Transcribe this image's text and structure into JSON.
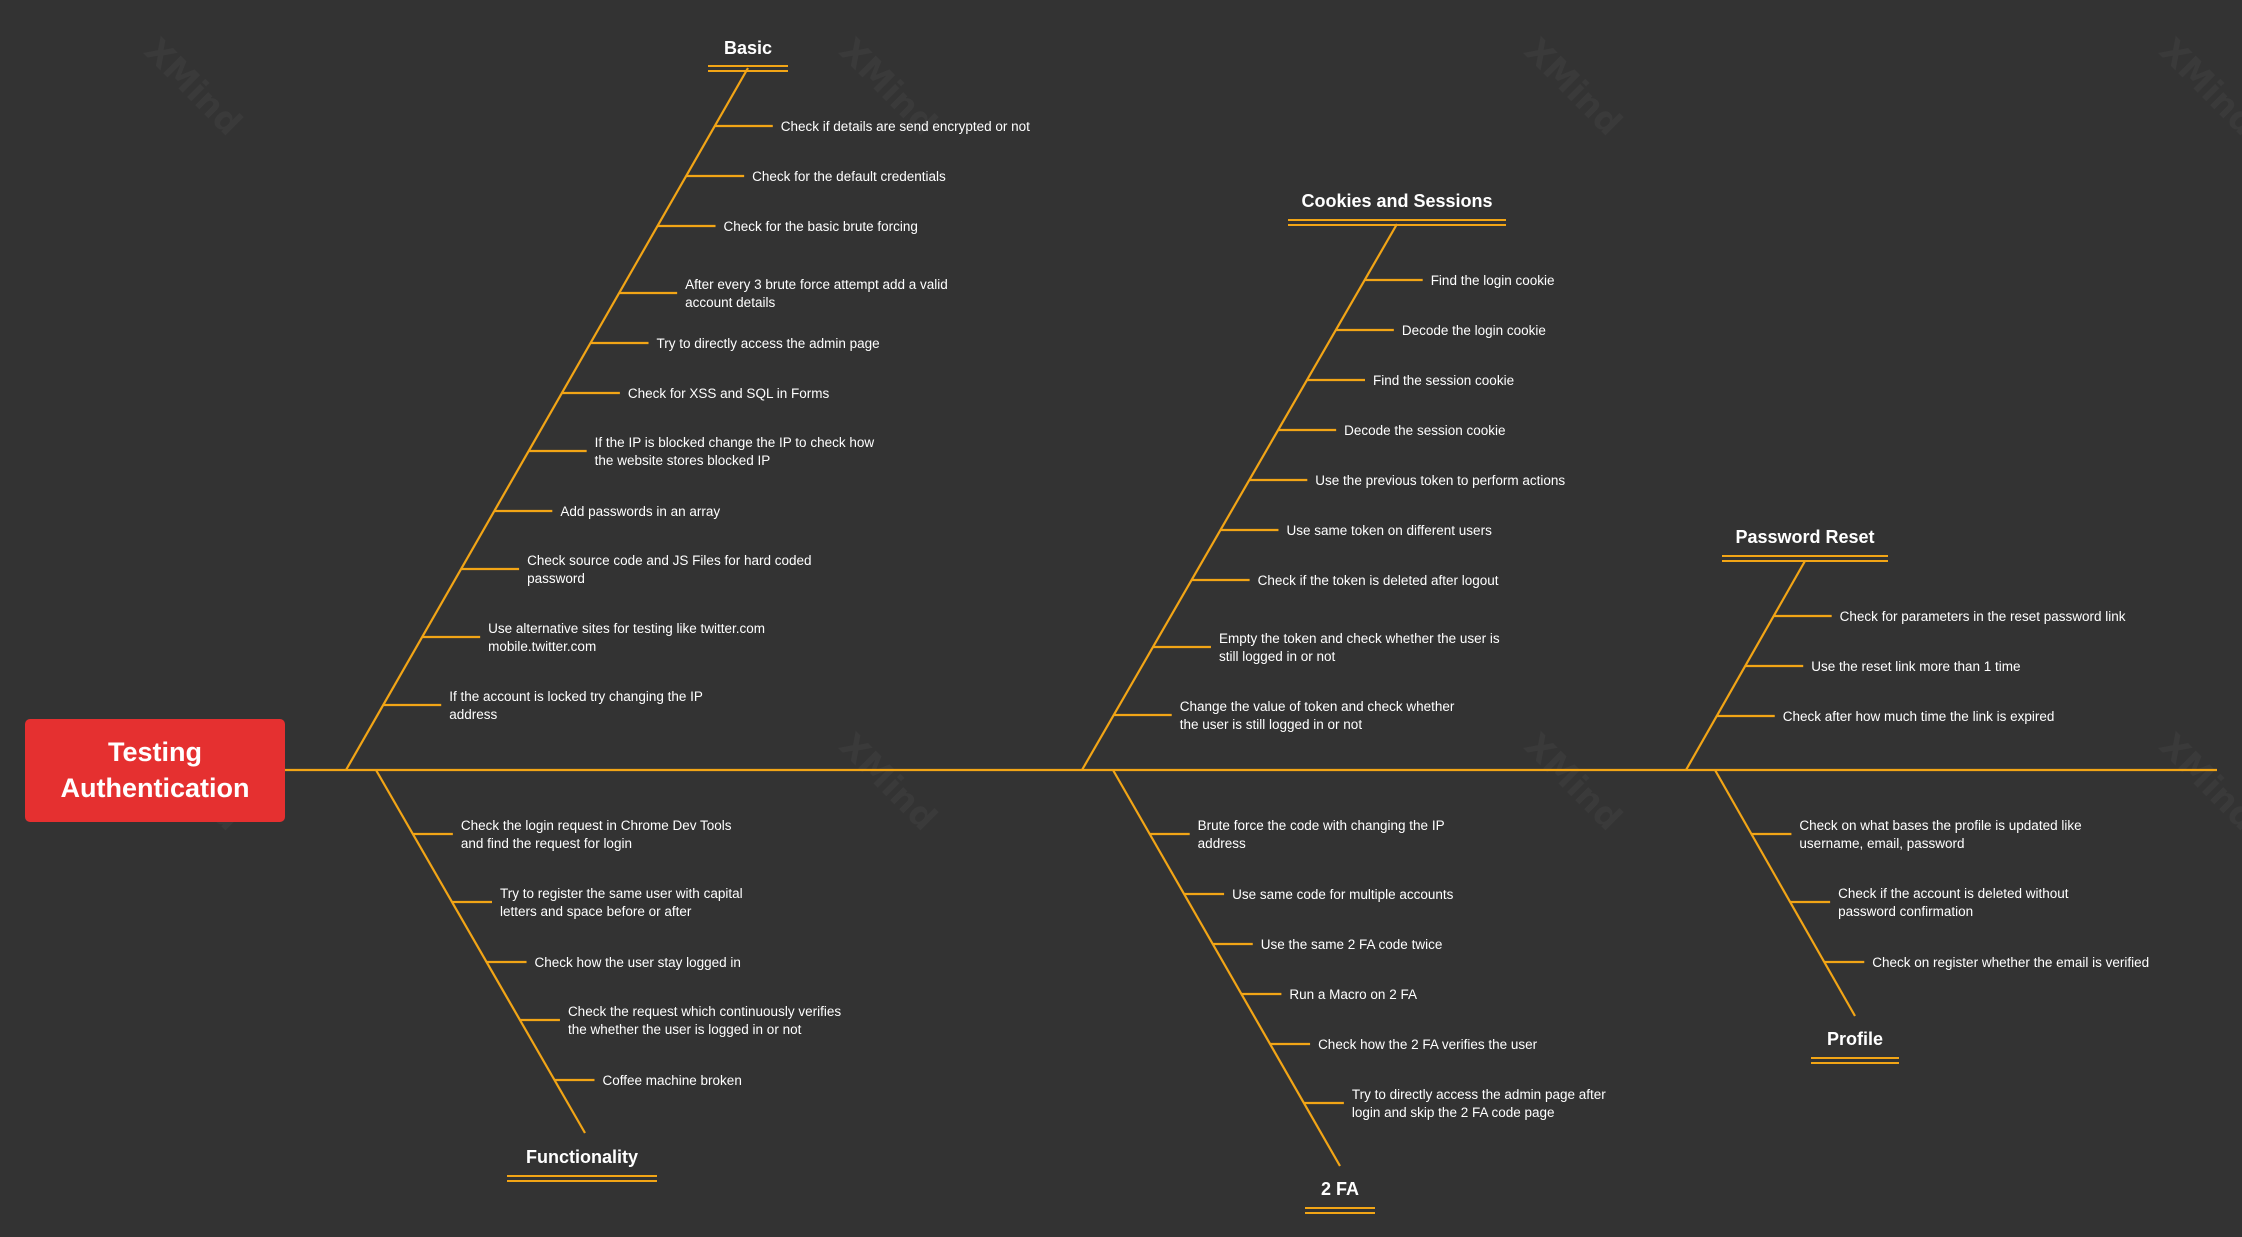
{
  "diagram": {
    "root": {
      "lines": [
        "Testing",
        "Authentication"
      ]
    },
    "watermark_text": "XMind",
    "categories": [
      {
        "id": "basic",
        "title": "Basic",
        "leaves": [
          [
            "Check if details are send encrypted or not"
          ],
          [
            "Check for the default credentials"
          ],
          [
            "Check for the basic brute forcing"
          ],
          [
            "After every 3 brute force attempt add a valid",
            "account details"
          ],
          [
            "Try to directly access the admin page"
          ],
          [
            "Check for XSS and SQL in Forms"
          ],
          [
            "If the IP is blocked change the IP to check how",
            "the website stores blocked IP"
          ],
          [
            "Add passwords in an array"
          ],
          [
            "Check source code and JS Files for hard coded",
            "password"
          ],
          [
            "Use alternative sites for testing like twitter.com",
            "mobile.twitter.com"
          ],
          [
            "If the account is locked try changing the IP",
            "address"
          ]
        ]
      },
      {
        "id": "cookies",
        "title": "Cookies and Sessions",
        "leaves": [
          [
            "Find the login cookie"
          ],
          [
            "Decode the login cookie"
          ],
          [
            "Find the session cookie"
          ],
          [
            "Decode the session cookie"
          ],
          [
            "Use the previous token to perform actions"
          ],
          [
            "Use same token on different users"
          ],
          [
            "Check if the token is deleted after logout"
          ],
          [
            "Empty the token and check whether the user is",
            "still logged in or not"
          ],
          [
            "Change the value of token and check whether",
            "the user is still logged in or not"
          ]
        ]
      },
      {
        "id": "password-reset",
        "title": "Password Reset",
        "leaves": [
          [
            "Check for parameters in the reset password link"
          ],
          [
            "Use the reset link more than 1 time"
          ],
          [
            "Check after how much time the link is expired"
          ]
        ]
      },
      {
        "id": "functionality",
        "title": "Functionality",
        "leaves": [
          [
            "Check the login request in Chrome Dev Tools",
            "and find the request for login"
          ],
          [
            "Try to register the same user with capital",
            "letters and space before or after"
          ],
          [
            "Check how the user stay logged in"
          ],
          [
            "Check the request which continuously verifies",
            "the whether the user is logged in or not"
          ],
          [
            "Coffee machine broken"
          ]
        ]
      },
      {
        "id": "two-fa",
        "title": "2 FA",
        "leaves": [
          [
            "Brute force the code with changing the IP",
            "address"
          ],
          [
            "Use same code for multiple accounts"
          ],
          [
            "Use the same 2 FA code twice"
          ],
          [
            "Run a Macro on 2 FA"
          ],
          [
            "Check how the 2 FA verifies the user"
          ],
          [
            "Try to directly access the admin page after",
            "login and skip the 2 FA code page"
          ]
        ]
      },
      {
        "id": "profile",
        "title": "Profile",
        "leaves": [
          [
            "Check on what bases the profile is updated like",
            "username, email, password"
          ],
          [
            "Check if the account is deleted without",
            "password confirmation"
          ],
          [
            "Check on register whether the email is verified"
          ]
        ]
      }
    ],
    "colors": {
      "background": "#333333",
      "bone": "#f2a516",
      "root_fill": "#e53030",
      "text": "#ffffff"
    }
  }
}
